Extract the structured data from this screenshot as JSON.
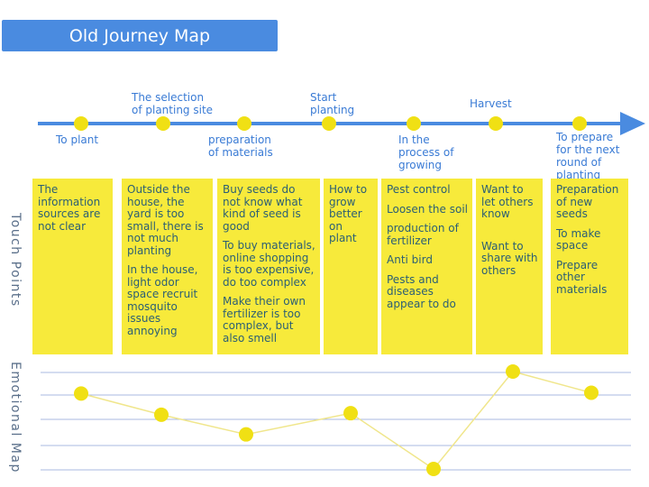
{
  "title": "Old Journey Map",
  "side_labels": {
    "touch_points": "Touch Points",
    "emotional_map": "Emotional Map"
  },
  "stages": [
    {
      "label": "To plant"
    },
    {
      "label": "The selection\nof planting site"
    },
    {
      "label": "preparation\nof materials"
    },
    {
      "label": "Start\nplanting"
    },
    {
      "label": "In the\nprocess of\ngrowing"
    },
    {
      "label": "Harvest"
    },
    {
      "label": "To prepare\nfor the next\nround of\nplanting"
    }
  ],
  "touch_points": [
    {
      "items": [
        "The information sources are not clear"
      ]
    },
    {
      "items": [
        "Outside the house, the yard is too small, there is not much planting",
        "In the house, light odor space recruit mosquito issues annoying"
      ]
    },
    {
      "items": [
        "Buy seeds do not know what kind of seed is good",
        "To buy materials, online shopping is too expensive, do too complex",
        "Make their own fertilizer is too complex, but also smell"
      ]
    },
    {
      "items": [
        "How to grow better on plant"
      ]
    },
    {
      "items": [
        "Pest control",
        "Loosen the soil",
        "production of fertilizer",
        "Anti bird",
        "Pests and diseases appear to do"
      ]
    },
    {
      "items": [
        "Want to let others know",
        "Want to share with others"
      ]
    },
    {
      "items": [
        "Preparation of new seeds",
        "To make space",
        "Prepare other materials"
      ]
    }
  ],
  "emotion_levels": [
    0.72,
    0.45,
    0.2,
    0.47,
    -0.24,
    1.0,
    0.73
  ],
  "colors": {
    "accent": "#4a8be0",
    "timeline": "#4a8be0",
    "marker": "#f0e014",
    "card": "#f7ea3b",
    "card_text": "#2c5f74",
    "grid": "#aab8e0",
    "emotion_line": "#f0e68c"
  }
}
